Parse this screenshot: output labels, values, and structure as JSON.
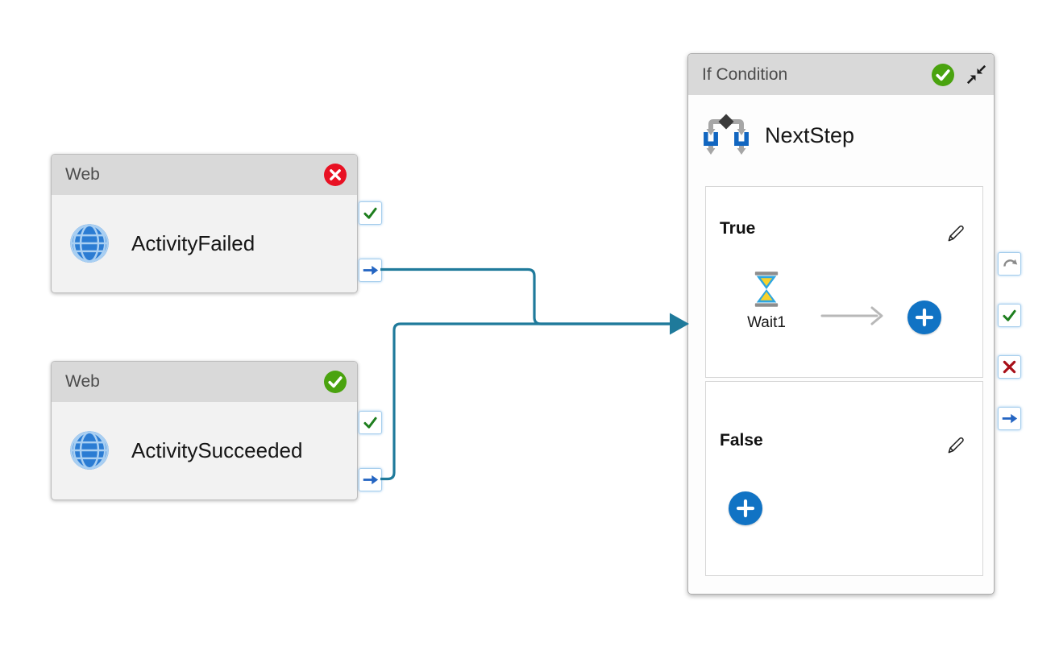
{
  "colors": {
    "connector": "#1f7a9b",
    "header_bg": "#d9d9d9",
    "activity_body_bg": "#f2f2f2",
    "success_green": "#4aa30f",
    "error_red": "#e81123",
    "port_border": "#a5cdec",
    "add_button_blue": "#1173c4",
    "globe_blue": "#2b7cd3",
    "branch_icon_blue": "#1266c0",
    "hourglass_blue": "#2ea6e0",
    "hourglass_sand": "#f8d22a"
  },
  "activities": {
    "activity_failed": {
      "type_label": "Web",
      "name": "ActivityFailed",
      "status": "Failed",
      "status_icon": "error-badge",
      "ports": [
        "success-check-icon",
        "completion-arrow-icon"
      ]
    },
    "activity_succeeded": {
      "type_label": "Web",
      "name": "ActivitySucceeded",
      "status": "Succeeded",
      "status_icon": "success-badge",
      "ports": [
        "success-check-icon",
        "completion-arrow-icon"
      ]
    },
    "if_condition": {
      "type_label": "If Condition",
      "name": "NextStep",
      "status": "Succeeded",
      "status_icon": "success-badge",
      "window_icons": [
        "collapse-icon"
      ],
      "branches": {
        "true_branch": {
          "label": "True",
          "edit_icon": "pencil-icon",
          "activities": [
            {
              "name": "Wait1",
              "icon": "hourglass-icon"
            }
          ],
          "add_icon": "plus-icon"
        },
        "false_branch": {
          "label": "False",
          "edit_icon": "pencil-icon",
          "activities": [],
          "add_icon": "plus-icon"
        }
      },
      "ports": [
        "skipped-redo-icon",
        "success-check-icon",
        "fail-x-icon",
        "completion-arrow-icon"
      ]
    }
  },
  "edges": [
    {
      "from": "ActivityFailed",
      "to": "NextStep",
      "type": "completion"
    },
    {
      "from": "ActivitySucceeded",
      "to": "NextStep",
      "type": "completion"
    }
  ]
}
